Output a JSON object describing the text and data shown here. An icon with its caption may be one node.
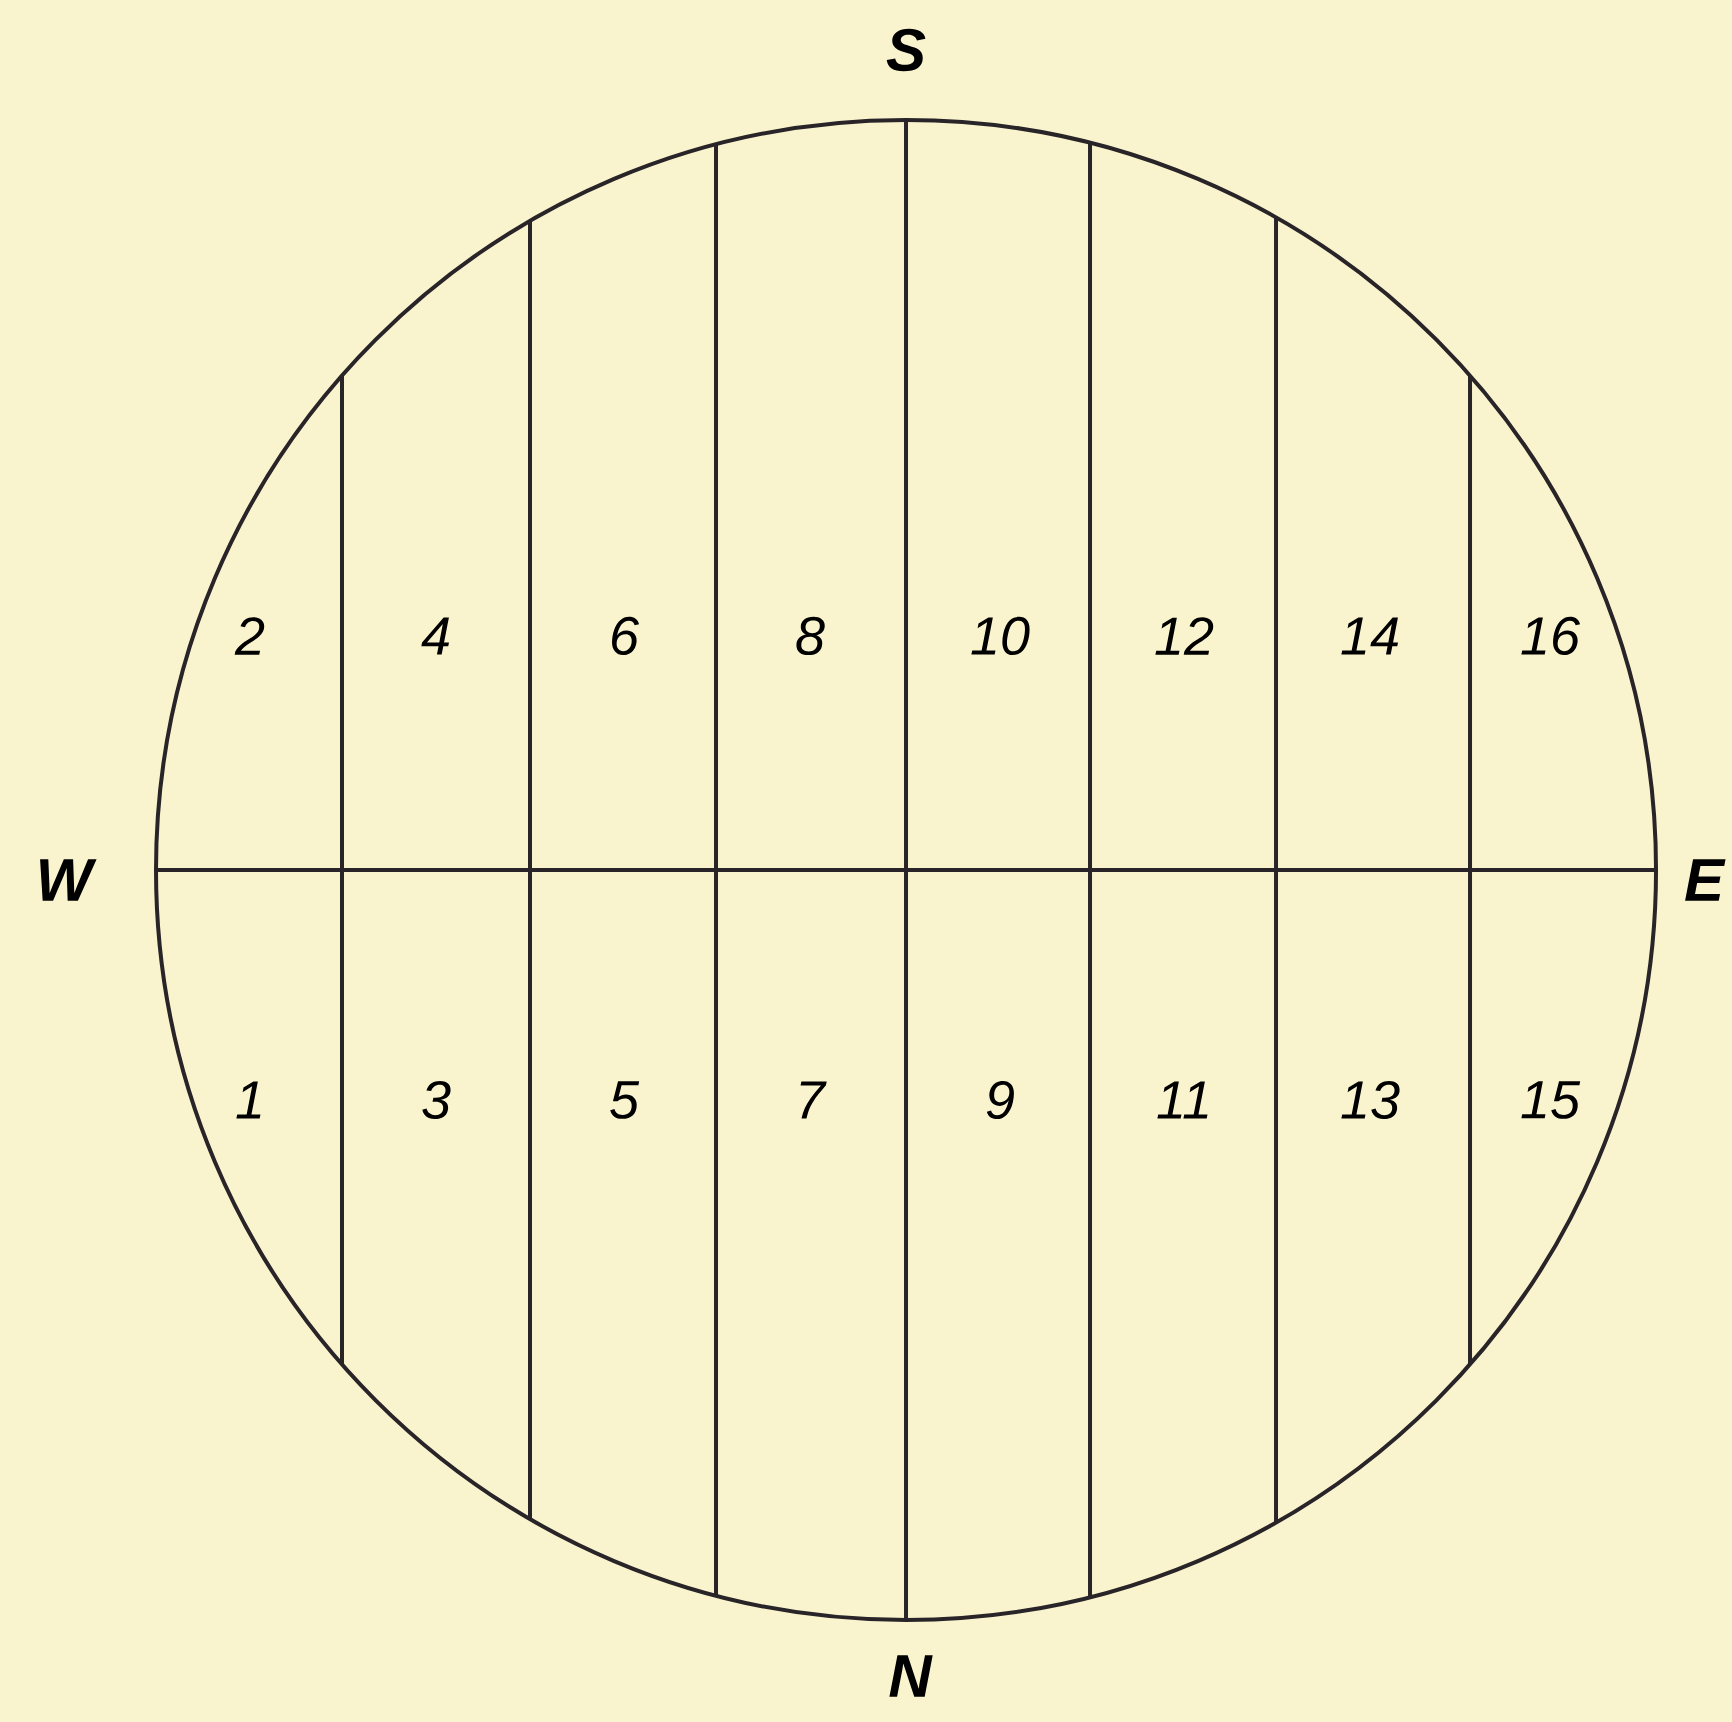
{
  "diagram": {
    "labels": [
      "S",
      "2",
      "4",
      "6",
      "8",
      "10",
      "12",
      "14",
      "16",
      "W",
      "E",
      "1",
      "3",
      "5",
      "7",
      "9",
      "11",
      "13",
      "15",
      "N"
    ]
  }
}
